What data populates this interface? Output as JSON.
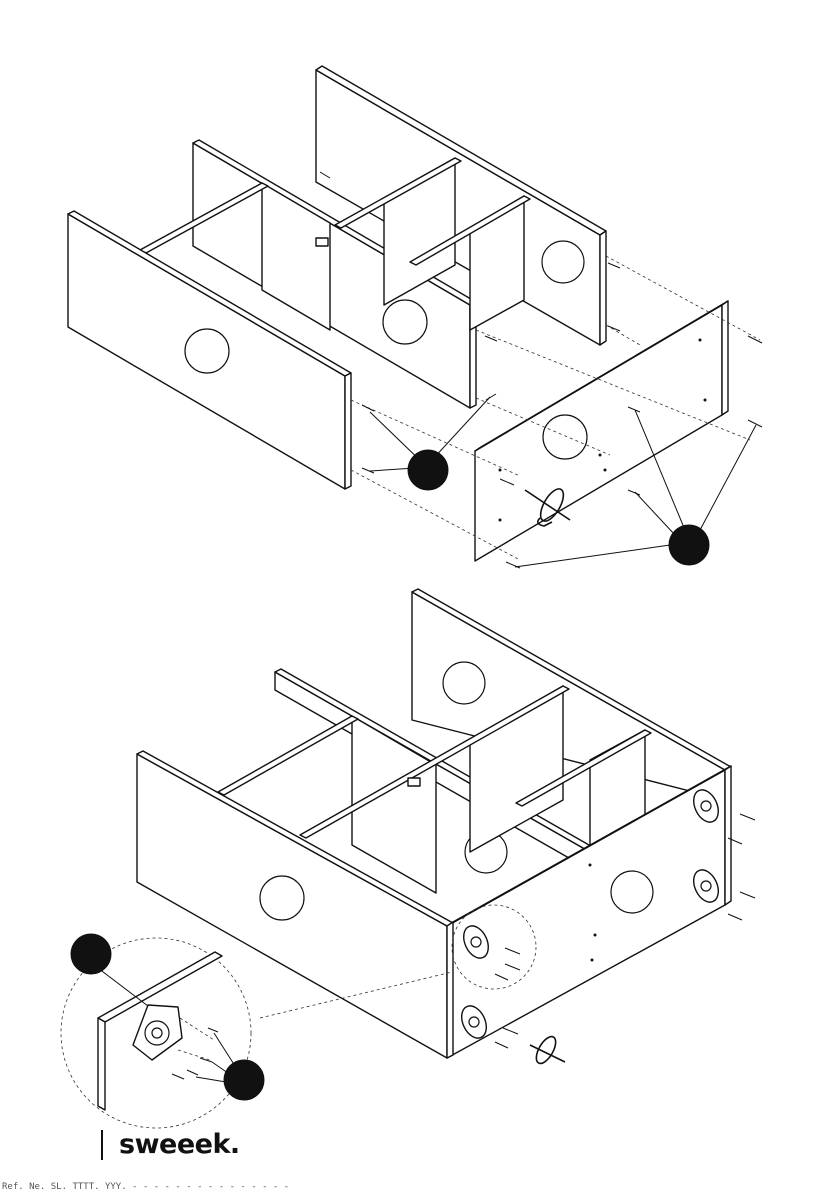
{
  "brand": {
    "name": "sweeek."
  },
  "footer": {
    "code": "Ref. Ne. SL. TTTT. YYY. - - - - - - - - - - - - - - -"
  },
  "steps": [
    {
      "name": "step-upper",
      "callouts": 2,
      "tool": "screwdriver-icon"
    },
    {
      "name": "step-lower",
      "callouts": 2,
      "tool": "screwdriver-icon"
    }
  ]
}
